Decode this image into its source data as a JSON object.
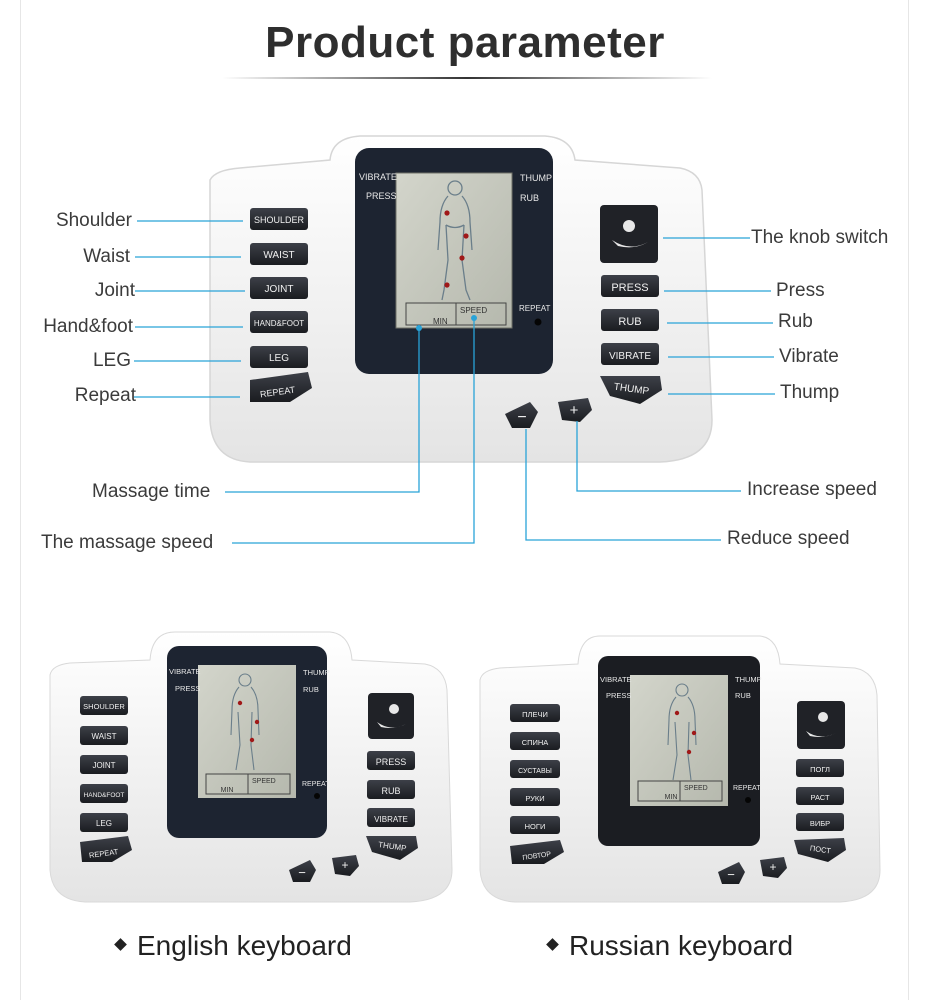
{
  "title": "Product parameter",
  "callouts_left": {
    "shoulder": "Shoulder",
    "waist": "Waist",
    "joint": "Joint",
    "handfoot": "Hand&foot",
    "leg": "LEG",
    "repeat": "Repeat",
    "massage_time": "Massage time",
    "massage_speed": "The massage speed"
  },
  "callouts_right": {
    "knob": "The knob switch",
    "press": "Press",
    "rub": "Rub",
    "vibrate": "Vibrate",
    "thump": "Thump",
    "increase": "Increase speed",
    "reduce": "Reduce speed"
  },
  "device": {
    "left_buttons": [
      "SHOULDER",
      "WAIST",
      "JOINT",
      "HAND&FOOT",
      "LEG",
      "REPEAT"
    ],
    "right_buttons": [
      "PRESS",
      "RUB",
      "VIBRATE",
      "THUMP"
    ],
    "lcd": {
      "vibrate": "VIBRATE",
      "press": "PRESS",
      "thump": "THUMP",
      "rub": "RUB",
      "min": "MIN",
      "speed": "SPEED",
      "repeat": "REPEAT"
    },
    "minus": "−",
    "plus": "+"
  },
  "russian_device": {
    "left_buttons": [
      "ПЛЕЧИ",
      "СПИНА",
      "СУСТАВЫ",
      "РУКИ",
      "НОГИ",
      "ПОВТОР"
    ],
    "right_buttons": [
      "ПОГЛ",
      "РАСТ",
      "ВИБР",
      "ПОСТ"
    ]
  },
  "captions": {
    "english": "English keyboard",
    "russian": "Russian keyboard"
  },
  "colors": {
    "callout_line": "#29a3d8",
    "device_body": "#f5f5f5",
    "lcd_bezel": "#1c2330",
    "lcd_screen": "#c9cbc0",
    "button_dark": "#2a2d33"
  }
}
